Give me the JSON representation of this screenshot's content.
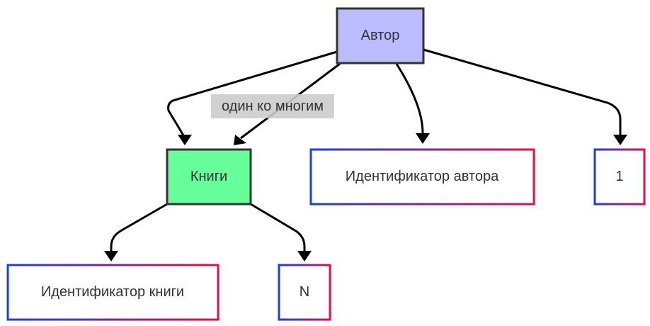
{
  "diagram": {
    "nodes": {
      "author": {
        "label": "Автор",
        "fill": "#bbbbff",
        "stroke": "#333333"
      },
      "books": {
        "label": "Книги",
        "fill": "#66ff99",
        "stroke": "#333333"
      },
      "author_id": {
        "label": "Идентификатор автора"
      },
      "one": {
        "label": "1"
      },
      "book_id": {
        "label": "Идентификатор книги"
      },
      "many": {
        "label": "N"
      }
    },
    "edge_labels": {
      "one_to_many": "один ко многим"
    },
    "colors": {
      "gradient_start": "#1f3de0",
      "gradient_end": "#e0104a",
      "edge": "#000000",
      "edge_label_bg": "#cccccc"
    }
  }
}
